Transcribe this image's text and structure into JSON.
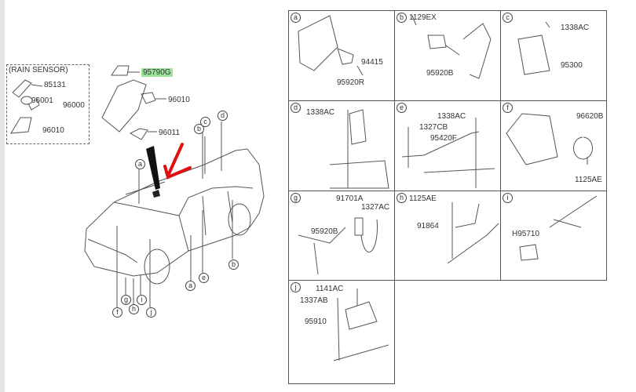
{
  "overview": {
    "rain_sensor": {
      "title": "(RAIN SENSOR)",
      "parts": [
        "85131",
        "96001",
        "96000",
        "96010"
      ]
    },
    "highlighted_part": "95790G",
    "mirror_parts": [
      "96010",
      "96011"
    ],
    "car_callouts": [
      "a",
      "b",
      "c",
      "d",
      "a",
      "b",
      "e",
      "f",
      "g",
      "h",
      "i",
      "j"
    ],
    "highlight_color": "#9be39b",
    "arrow_color": "#e01010"
  },
  "cells": [
    {
      "letter": "a",
      "labels": [
        "94415",
        "95920R"
      ]
    },
    {
      "letter": "b",
      "labels": [
        "1129EX",
        "95920B"
      ]
    },
    {
      "letter": "c",
      "labels": [
        "1338AC",
        "95300"
      ]
    },
    {
      "letter": "d",
      "labels": [
        "1338AC"
      ]
    },
    {
      "letter": "e",
      "labels": [
        "1338AC",
        "1327CB",
        "95420F"
      ]
    },
    {
      "letter": "f",
      "labels": [
        "96620B",
        "1125AE"
      ]
    },
    {
      "letter": "g",
      "labels": [
        "91701A",
        "1327AC",
        "95920B"
      ]
    },
    {
      "letter": "h",
      "labels": [
        "1125AE",
        "91864"
      ]
    },
    {
      "letter": "i",
      "labels": [
        "H95710"
      ]
    },
    {
      "letter": "j",
      "labels": [
        "1141AC",
        "1337AB",
        "95910"
      ]
    }
  ]
}
